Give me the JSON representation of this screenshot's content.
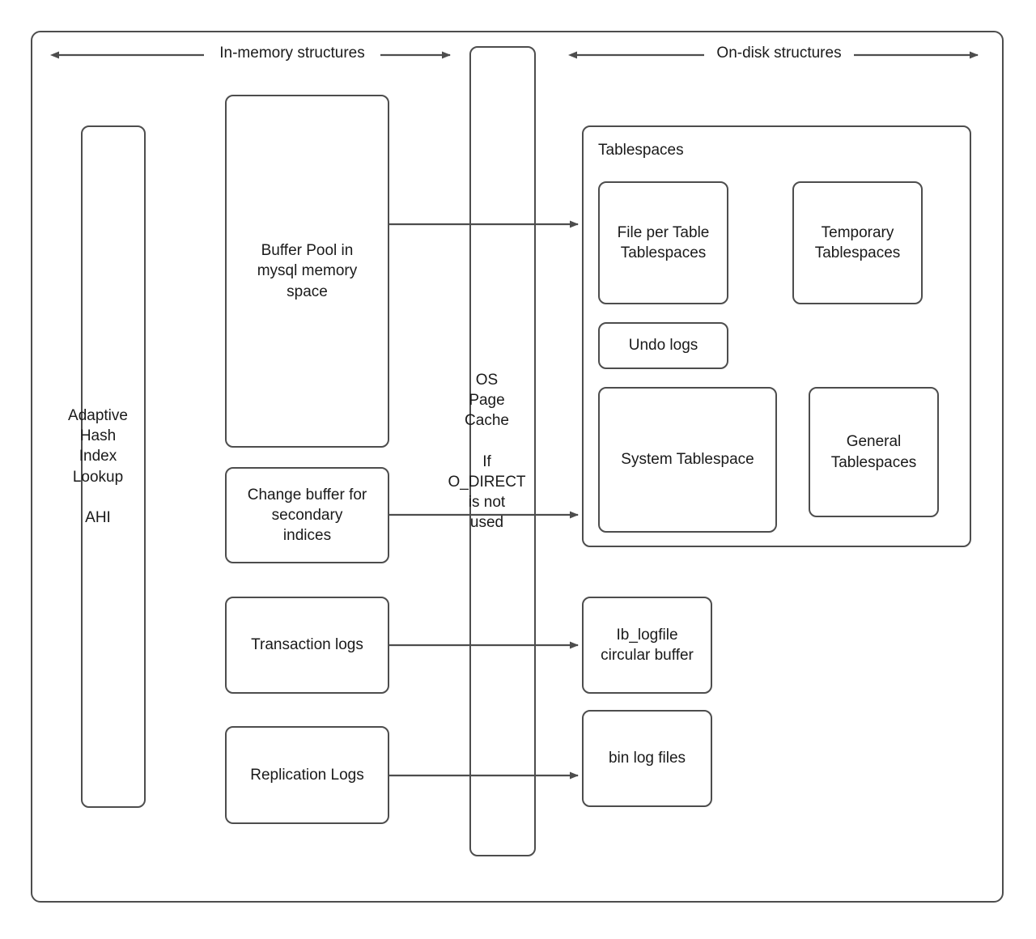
{
  "diagram": {
    "title_bands": [
      {
        "id": "in-memory",
        "label": "In-memory structures"
      },
      {
        "id": "on-disk",
        "label": "On-disk structures"
      }
    ],
    "colors": {
      "stroke": "#4d4d4d",
      "text": "#1a1a1a",
      "background": "#ffffff"
    },
    "nodes": {
      "ahi": "Adaptive\nHash\nIndex\nLookup\n\nAHI",
      "buffer_pool": "Buffer Pool in\nmysql memory\nspace",
      "change_buffer": "Change buffer for\nsecondary\nindices",
      "transaction_logs": "Transaction logs",
      "replication_logs": "Replication Logs",
      "os_page_cache": "OS\nPage\nCache\n\nIf\nO_DIRECT\nis not\nused",
      "tablespaces_group": "Tablespaces",
      "file_per_table": "File per Table\nTablespaces",
      "temporary_tablespaces": "Temporary\nTablespaces",
      "undo_logs": "Undo logs",
      "system_tablespace": "System Tablespace",
      "general_tablespaces": "General\nTablespaces",
      "ib_logfile": "Ib_logfile\ncircular buffer",
      "bin_log_files": "bin log files"
    },
    "connections": [
      {
        "from": "buffer_pool",
        "to": "file_per_table"
      },
      {
        "from": "change_buffer",
        "to": "system_tablespace"
      },
      {
        "from": "transaction_logs",
        "to": "ib_logfile"
      },
      {
        "from": "replication_logs",
        "to": "bin_log_files"
      }
    ]
  }
}
